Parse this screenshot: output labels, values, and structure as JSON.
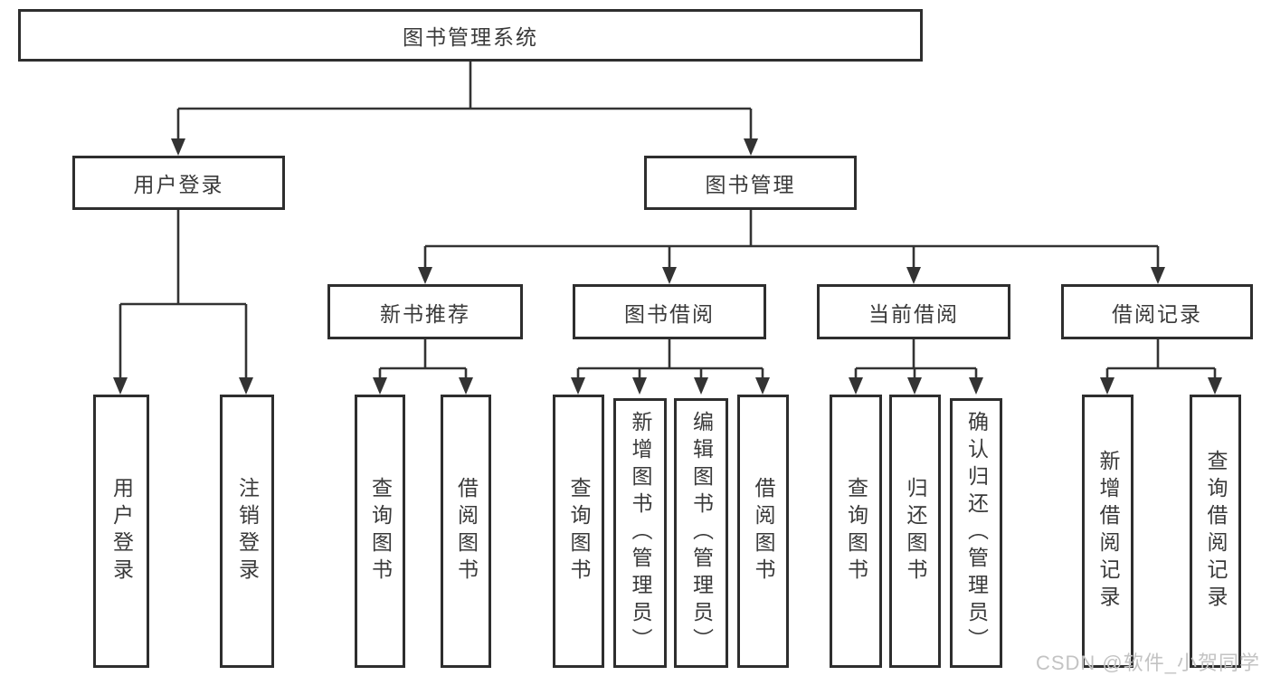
{
  "diagram_type": "hierarchy",
  "tree": {
    "label": "图书管理系统",
    "children": [
      {
        "label": "用户登录",
        "children": [
          {
            "label": "用户登录"
          },
          {
            "label": "注销登录"
          }
        ]
      },
      {
        "label": "图书管理",
        "children": [
          {
            "label": "新书推荐",
            "children": [
              {
                "label": "查询图书"
              },
              {
                "label": "借阅图书"
              }
            ]
          },
          {
            "label": "图书借阅",
            "children": [
              {
                "label": "查询图书"
              },
              {
                "label": "新增图书（管理员）"
              },
              {
                "label": "编辑图书（管理员）"
              },
              {
                "label": "借阅图书"
              }
            ]
          },
          {
            "label": "当前借阅",
            "children": [
              {
                "label": "查询图书"
              },
              {
                "label": "归还图书"
              },
              {
                "label": "确认归还（管理员）"
              }
            ]
          },
          {
            "label": "借阅记录",
            "children": [
              {
                "label": "新增借阅记录"
              },
              {
                "label": "查询借阅记录"
              }
            ]
          }
        ]
      }
    ]
  },
  "watermark": "CSDN @软件_小贺同学",
  "colors": {
    "line": "#333333",
    "box_border": "#2e2e2e",
    "text": "#3a3a3a",
    "watermark": "#c3c3c3",
    "background": "#ffffff"
  }
}
